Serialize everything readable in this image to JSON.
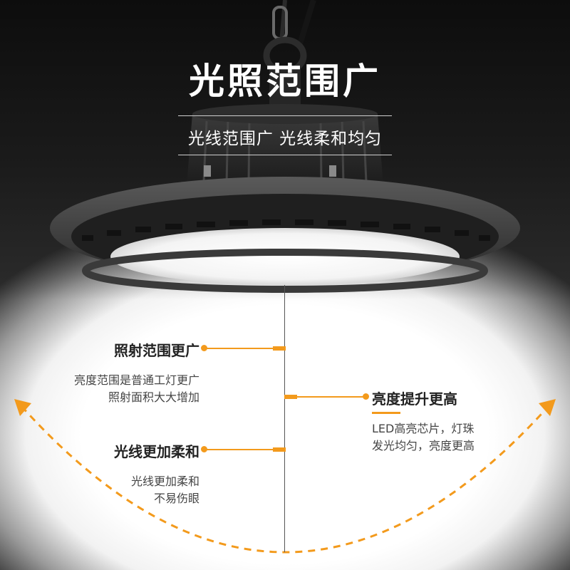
{
  "header": {
    "title": "光照范围广",
    "subtitle": "光线范围广 光线柔和均匀"
  },
  "features": [
    {
      "title": "照射范围更广",
      "lines": [
        "亮度范围是普通工灯更广",
        "照射面积大大增加"
      ]
    },
    {
      "title": "亮度提升更高",
      "lines": [
        "LED高亮芯片，灯珠",
        "发光均匀，亮度更高"
      ]
    },
    {
      "title": "光线更加柔和",
      "lines": [
        "光线更加柔和",
        "不易伤眼"
      ]
    }
  ],
  "colors": {
    "accent": "#f39a1c",
    "title_text": "#ffffff",
    "feature_title": "#222222",
    "feature_body": "#444444"
  }
}
